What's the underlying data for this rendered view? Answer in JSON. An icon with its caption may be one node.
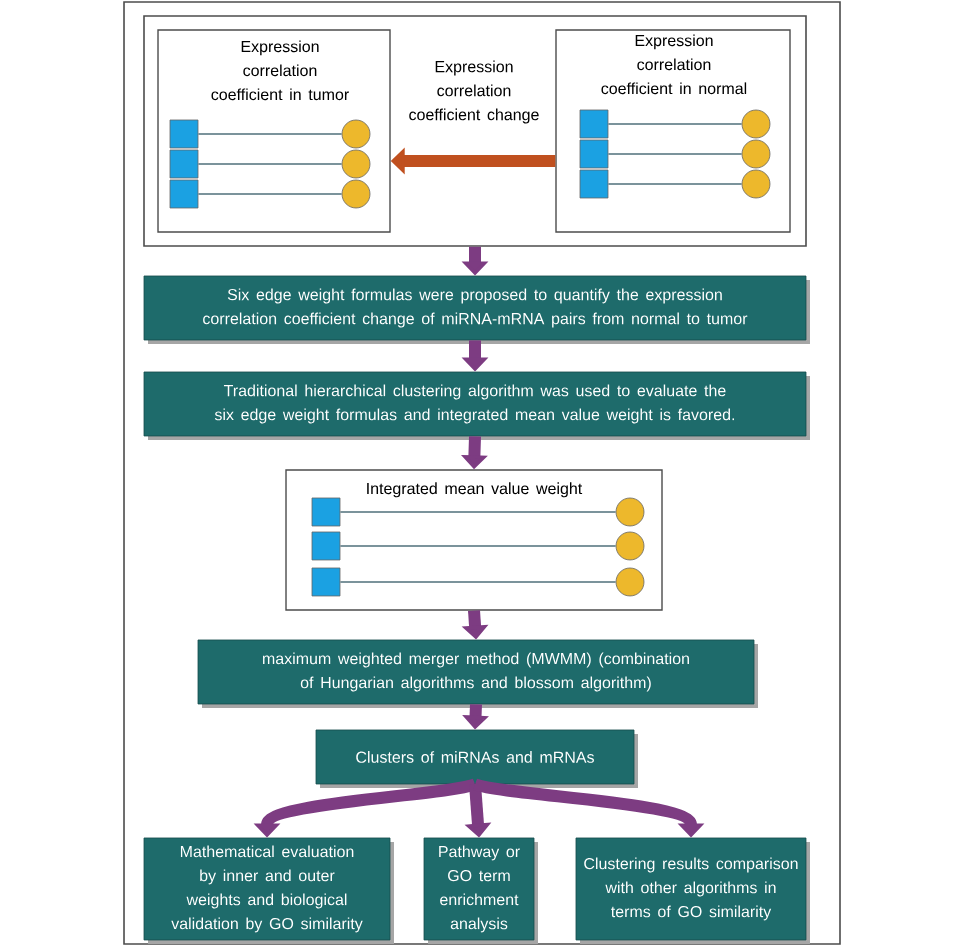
{
  "diagram": {
    "nodes": [
      {
        "text": [],
        "shape": "box"
      },
      {
        "text": [
          "Expression correlation coefficient in tumor"
        ],
        "in": 0
      },
      {
        "text": [
          "Expression correlation coefficient in normal"
        ],
        "in": 0
      },
      {
        "text": [],
        "shape": "box",
        "in": 1
      },
      {
        "text": [],
        "shape": "box",
        "in": 1
      },
      {
        "text": [],
        "shape": "box",
        "in": 1
      },
      {
        "text": [],
        "shape": "circle",
        "in": 1
      },
      {
        "text": [],
        "shape": "circle",
        "in": 1
      },
      {
        "text": [],
        "shape": "circle",
        "in": 1
      },
      {
        "text": [],
        "shape": "box",
        "in": 2
      },
      {
        "text": [],
        "shape": "box",
        "in": 2
      },
      {
        "text": [],
        "shape": "box",
        "in": 2
      },
      {
        "text": [],
        "shape": "circle",
        "in": 2
      },
      {
        "text": [],
        "shape": "circle",
        "in": 2
      },
      {
        "text": [],
        "shape": "circle",
        "in": 2
      },
      {
        "text": [
          "Six edge weight formulas were proposed to quantify the expression correlation coefficient change of miRNA-mRNA pairs from normal to tumor"
        ]
      },
      {
        "text": [
          "Traditional hierarchical clustering algorithm was used to evaluate the six edge weight formulas and integrated mean value weight is favored."
        ]
      },
      {
        "text": [
          "Integrated mean value weight"
        ]
      },
      {
        "text": [],
        "shape": "box",
        "in": 17
      },
      {
        "text": [],
        "shape": "box",
        "in": 17
      },
      {
        "text": [],
        "shape": "box",
        "in": 17
      },
      {
        "text": [],
        "shape": "circle",
        "in": 17
      },
      {
        "text": [],
        "shape": "circle",
        "in": 17
      },
      {
        "text": [],
        "shape": "circle",
        "in": 17
      },
      {
        "text": [
          "maximum weighted merger method (MWMM) (combination of Hungarian algorithms and blossom algorithm)"
        ]
      },
      {
        "text": [
          "Clusters of miRNAs and mRNAs"
        ]
      },
      {
        "text": [
          "Mathematical evaluation by inner and outer weights and biological validation by GO similarity"
        ]
      },
      {
        "text": [
          "Pathway or GO term enrichment analysis"
        ]
      },
      {
        "text": [
          "Clustering results comparison with other algorithms in terms of GO similarity"
        ]
      }
    ],
    "edges": [
      {
        "from": 2,
        "to": 1,
        "arrow": "to",
        "label": "Expression correlation coefficient change",
        "style": "thick",
        "color": "#c0501f"
      },
      {
        "from": 3,
        "to": 6,
        "arrow": "none"
      },
      {
        "from": 4,
        "to": 7,
        "arrow": "none"
      },
      {
        "from": 5,
        "to": 8,
        "arrow": "none"
      },
      {
        "from": 9,
        "to": 12,
        "arrow": "none"
      },
      {
        "from": 10,
        "to": 13,
        "arrow": "none"
      },
      {
        "from": 11,
        "to": 14,
        "arrow": "none"
      },
      {
        "from": 18,
        "to": 21,
        "arrow": "none"
      },
      {
        "from": 19,
        "to": 22,
        "arrow": "none"
      },
      {
        "from": 20,
        "to": 23,
        "arrow": "none"
      },
      {
        "from": 0,
        "to": 15,
        "arrow": "to",
        "style": "thick",
        "color": "#7d3c82"
      },
      {
        "from": 15,
        "to": 16,
        "arrow": "to",
        "style": "thick",
        "color": "#7d3c82"
      },
      {
        "from": 16,
        "to": 17,
        "arrow": "to",
        "style": "thick",
        "color": "#7d3c82"
      },
      {
        "from": 17,
        "to": 24,
        "arrow": "to",
        "style": "thick",
        "color": "#7d3c82"
      },
      {
        "from": 24,
        "to": 25,
        "arrow": "to",
        "style": "thick",
        "color": "#7d3c82"
      },
      {
        "from": 25,
        "to": 26,
        "arrow": "to",
        "style": "thick",
        "color": "#7d3c82"
      },
      {
        "from": 25,
        "to": 27,
        "arrow": "to",
        "style": "thick",
        "color": "#7d3c82"
      },
      {
        "from": 25,
        "to": 28,
        "arrow": "to",
        "style": "thick",
        "color": "#7d3c82"
      }
    ]
  }
}
